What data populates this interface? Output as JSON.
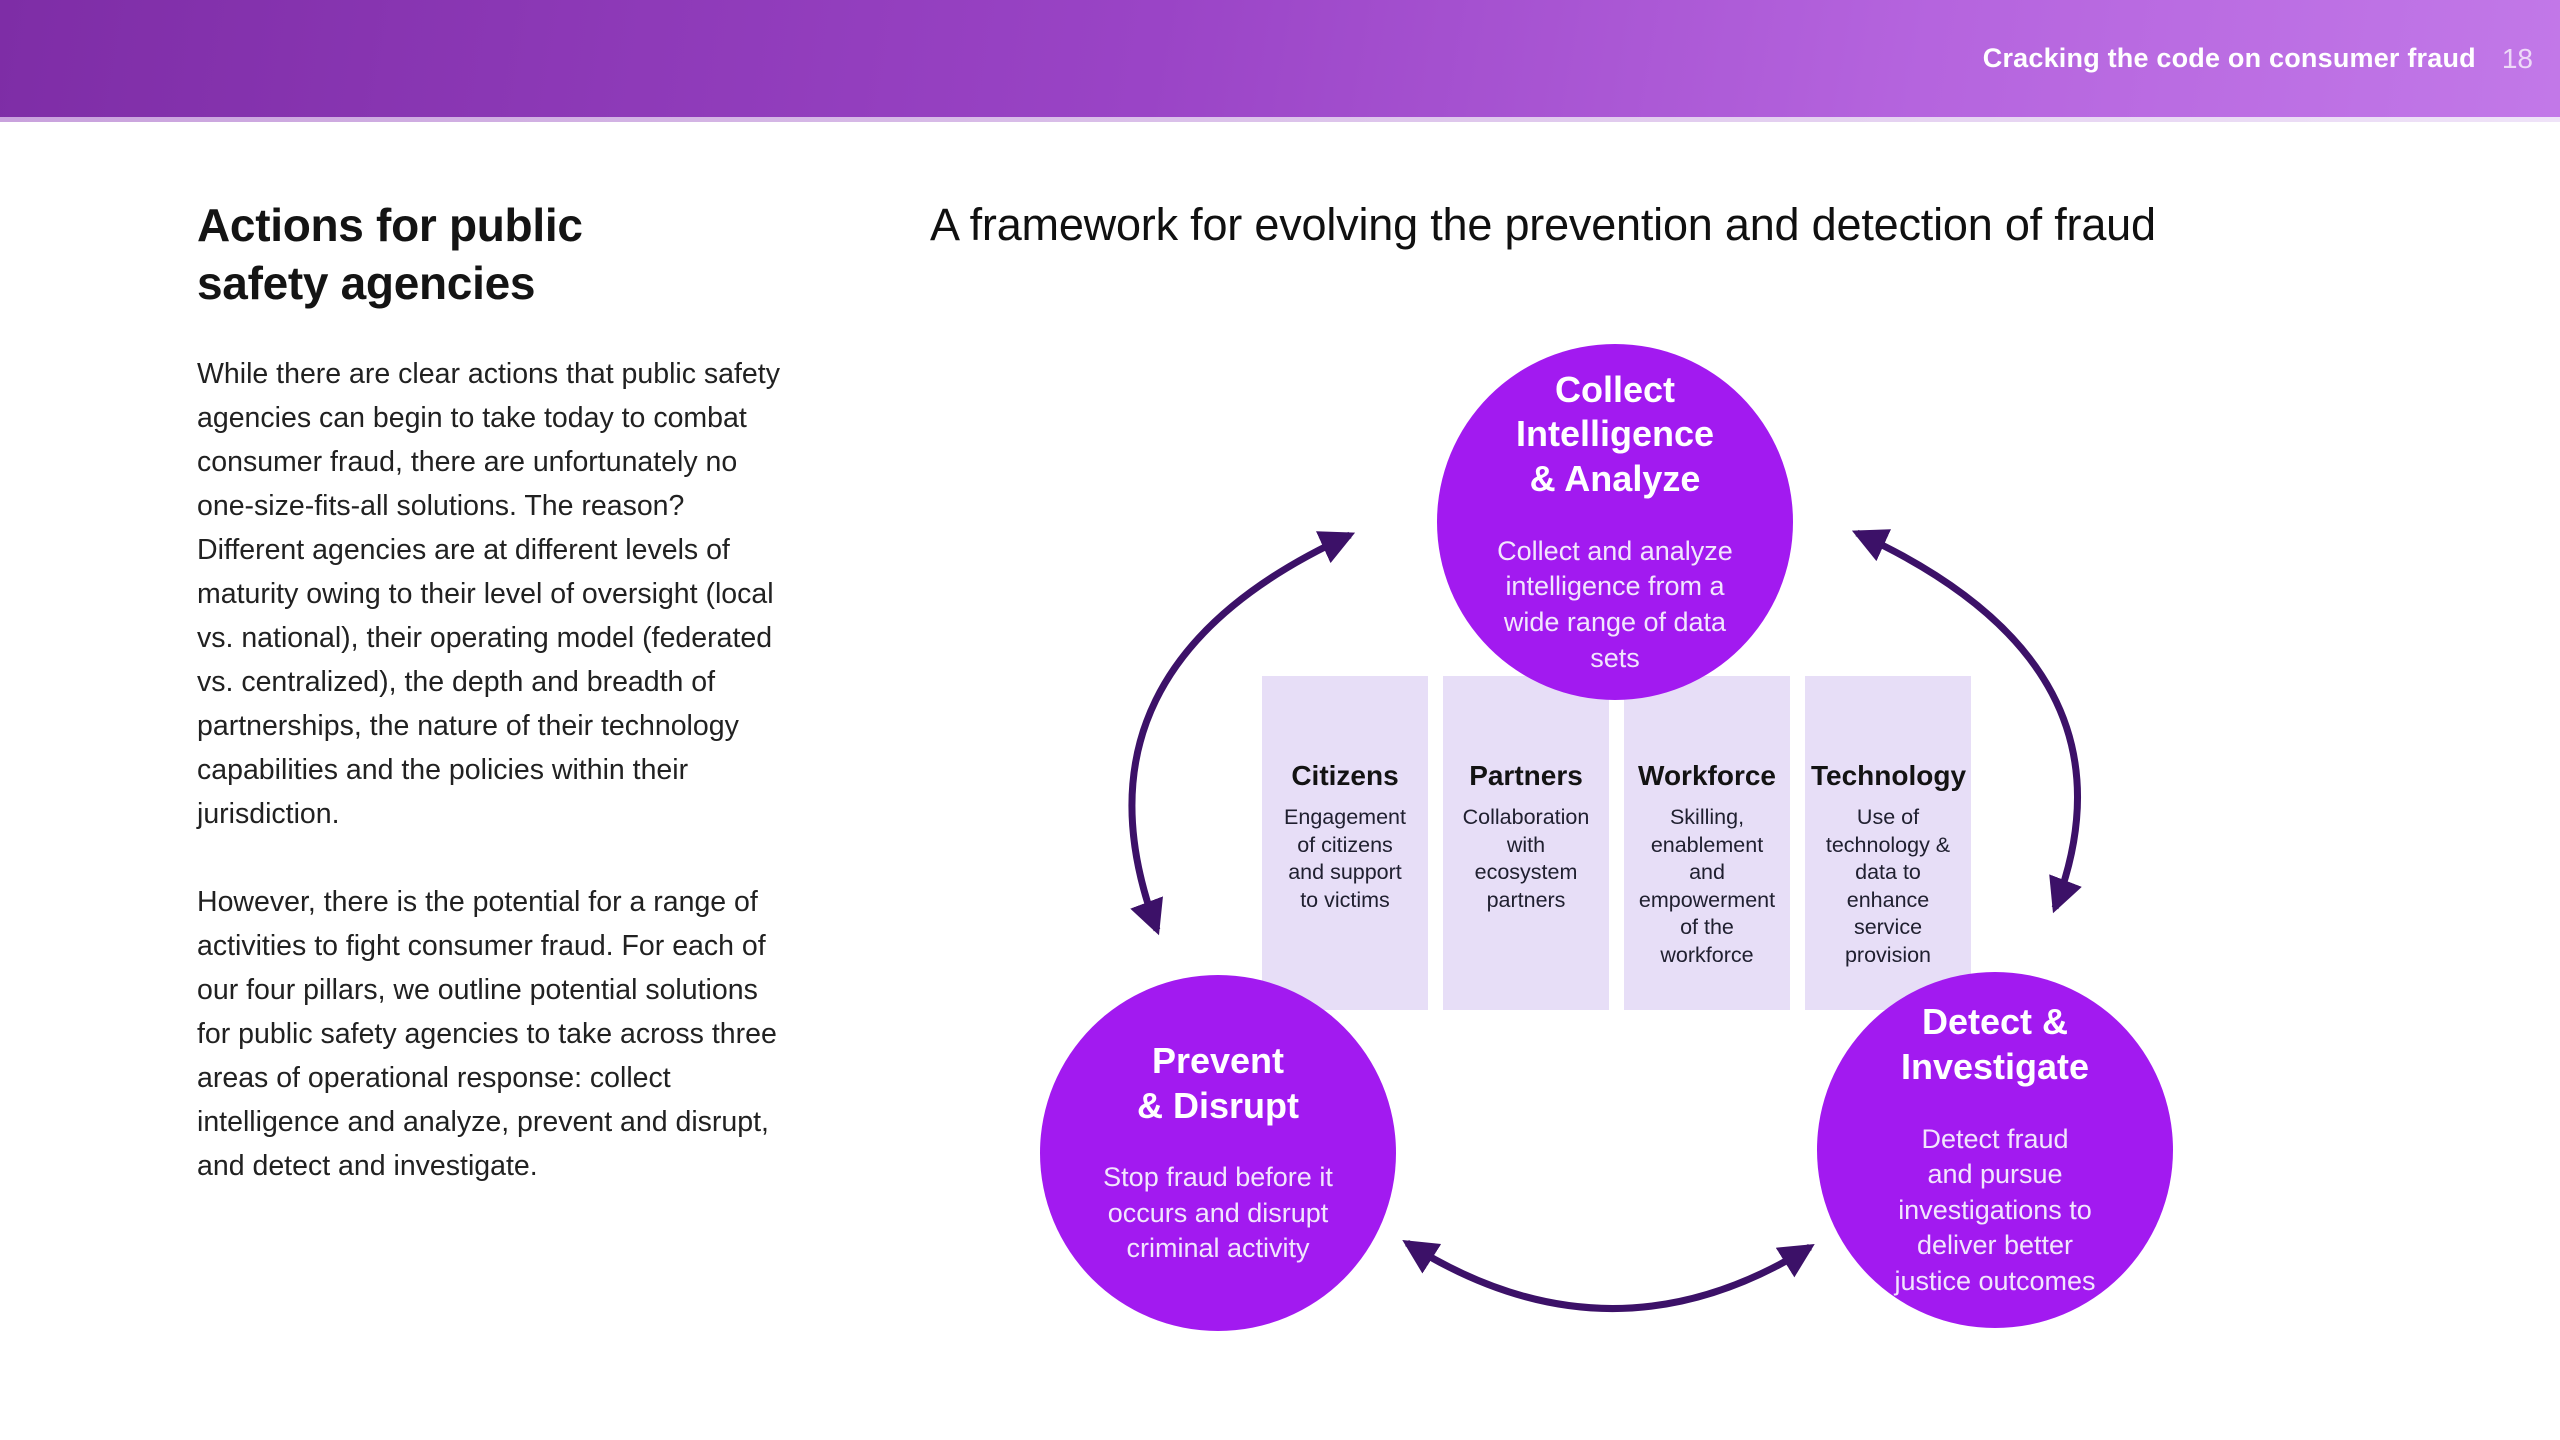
{
  "header": {
    "title": "Cracking the code on consumer fraud",
    "page_number": "18"
  },
  "left": {
    "heading": "Actions for public safety agencies",
    "para1": "While there are clear actions that public safety agencies can begin to take today to combat consumer fraud, there are unfortunately no one-size-fits-all solutions. The reason? Different agencies are at different levels of maturity owing to their level of oversight (local vs. national), their operating model (federated vs. centralized), the depth and breadth of partnerships, the nature of their technology capabilities and the policies within their jurisdiction.",
    "para2": "However, there is the potential for a range of activities to fight consumer fraud. For each of our four pillars, we outline potential solutions for public safety agencies to take across three areas of operational response: collect intelligence and analyze, prevent and disrupt, and detect and investigate."
  },
  "framework": {
    "title": "A framework for evolving the prevention and detection of fraud",
    "circles": {
      "collect": {
        "title": "Collect\nIntelligence\n& Analyze",
        "desc": "Collect and analyze\nintelligence from a\nwide range of data\nsets"
      },
      "prevent": {
        "title": "Prevent\n& Disrupt",
        "desc": "Stop fraud before it\noccurs and disrupt\ncriminal activity"
      },
      "detect": {
        "title": "Detect &\nInvestigate",
        "desc": "Detect fraud\nand pursue\ninvestigations to\ndeliver better\njustice outcomes"
      }
    },
    "pillars": [
      {
        "title": "Citizens",
        "desc": "Engagement\nof citizens\nand support\nto victims"
      },
      {
        "title": "Partners",
        "desc": "Collaboration\nwith\necosystem\npartners"
      },
      {
        "title": "Workforce",
        "desc": "Skilling,\nenablement and\nempowerment\nof the\nworkforce"
      },
      {
        "title": "Technology",
        "desc": "Use of\ntechnology &\ndata to enhance\nservice\nprovision"
      }
    ]
  },
  "colors": {
    "header_gradient_start": "#7e2da6",
    "header_gradient_end": "#c278e8",
    "circle_fill": "#a21af0",
    "pillar_fill": "#e7def7",
    "arrow": "#3c1168"
  }
}
